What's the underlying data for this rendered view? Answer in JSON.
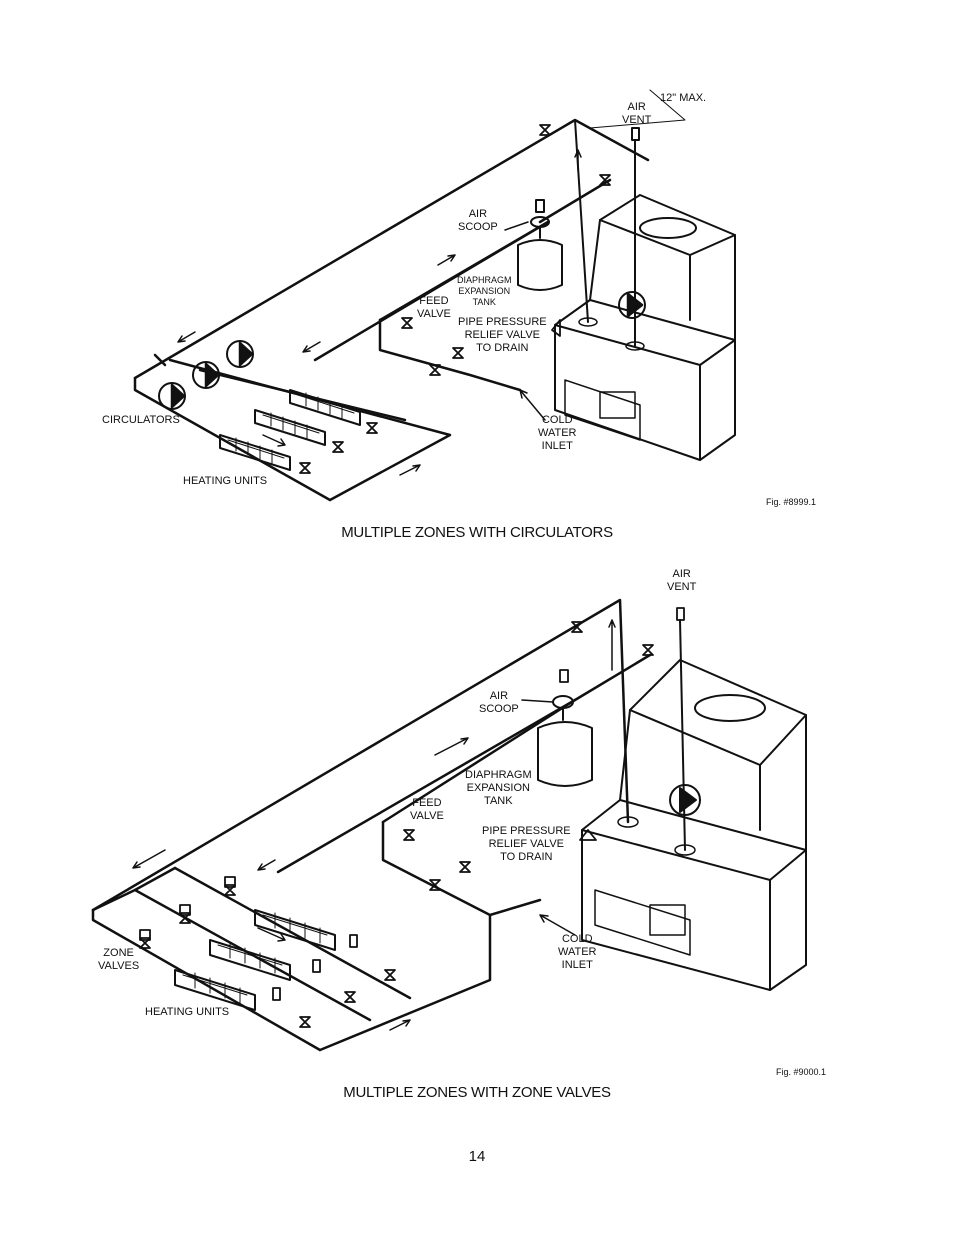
{
  "figure1": {
    "labels": {
      "dimension": "12\" MAX.",
      "air_vent": "AIR\nVENT",
      "air_scoop": "AIR\nSCOOP",
      "expansion_tank": "DIAPHRAGM\nEXPANSION\nTANK",
      "feed_valve": "FEED\nVALVE",
      "relief_valve": "PIPE PRESSURE\nRELIEF VALVE\nTO DRAIN",
      "cold_water": "COLD\nWATER\nINLET",
      "circulators": "CIRCULATORS",
      "heating_units": "HEATING UNITS"
    },
    "fig_number": "Fig. #8999.1",
    "caption": "MULTIPLE ZONES WITH CIRCULATORS"
  },
  "figure2": {
    "labels": {
      "air_vent": "AIR\nVENT",
      "air_scoop": "AIR\nSCOOP",
      "expansion_tank": "DIAPHRAGM\nEXPANSION\nTANK",
      "feed_valve": "FEED\nVALVE",
      "relief_valve": "PIPE PRESSURE\nRELIEF VALVE\nTO DRAIN",
      "cold_water": "COLD\nWATER\nINLET",
      "zone_valves": "ZONE\nVALVES",
      "heating_units": "HEATING UNITS"
    },
    "fig_number": "Fig. #9000.1",
    "caption": "MULTIPLE ZONES WITH ZONE VALVES"
  },
  "page_number": "14"
}
